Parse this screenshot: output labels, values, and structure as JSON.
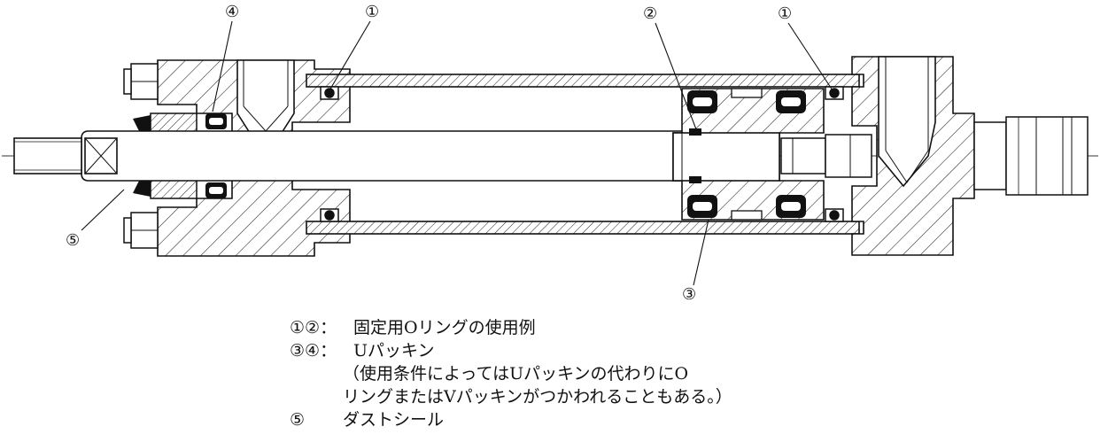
{
  "callouts": {
    "c4": "④",
    "c1_left": "①",
    "c2": "②",
    "c1_right": "①",
    "c5": "⑤",
    "c3": "③"
  },
  "legend": {
    "row1_key": "①②：",
    "row1_text": "固定用Oリングの使用例",
    "row2_key": "③④：",
    "row2_text": "Uパッキン",
    "row3_text": "（使用条件によってはUパッキンの代わりにO",
    "row4_text": "リングまたはVパッキンがつかわれることもある。）",
    "row5_key": "⑤",
    "row5_text": "ダストシール"
  }
}
